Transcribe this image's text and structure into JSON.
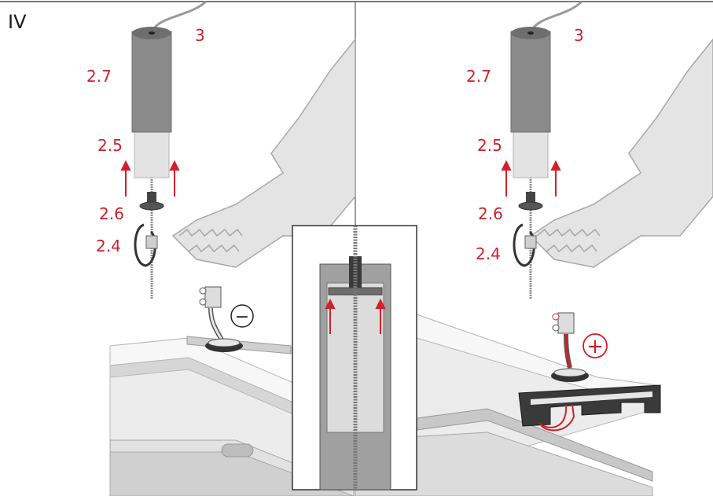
{
  "step_numeral": "IV",
  "left_panel": {
    "labels": {
      "cable": "3",
      "sleeve_top": "2.7",
      "sleeve_bottom": "2.5",
      "washer": "2.6",
      "hook": "2.4"
    },
    "polarity": "−"
  },
  "right_panel": {
    "labels": {
      "cable": "3",
      "sleeve_top": "2.7",
      "sleeve_bottom": "2.5",
      "washer": "2.6",
      "hook": "2.4"
    },
    "polarity": "+"
  },
  "colors": {
    "accent": "#d0202c",
    "sleeve": "#8a8a8a",
    "sleeve_dark": "#6e6e6e",
    "tube": "#dcdcdc",
    "rail": "#e6e6e6",
    "rail_edge": "#9a9a9a",
    "profile": "#3a3a3a",
    "pliers": "#e2e2e2"
  }
}
